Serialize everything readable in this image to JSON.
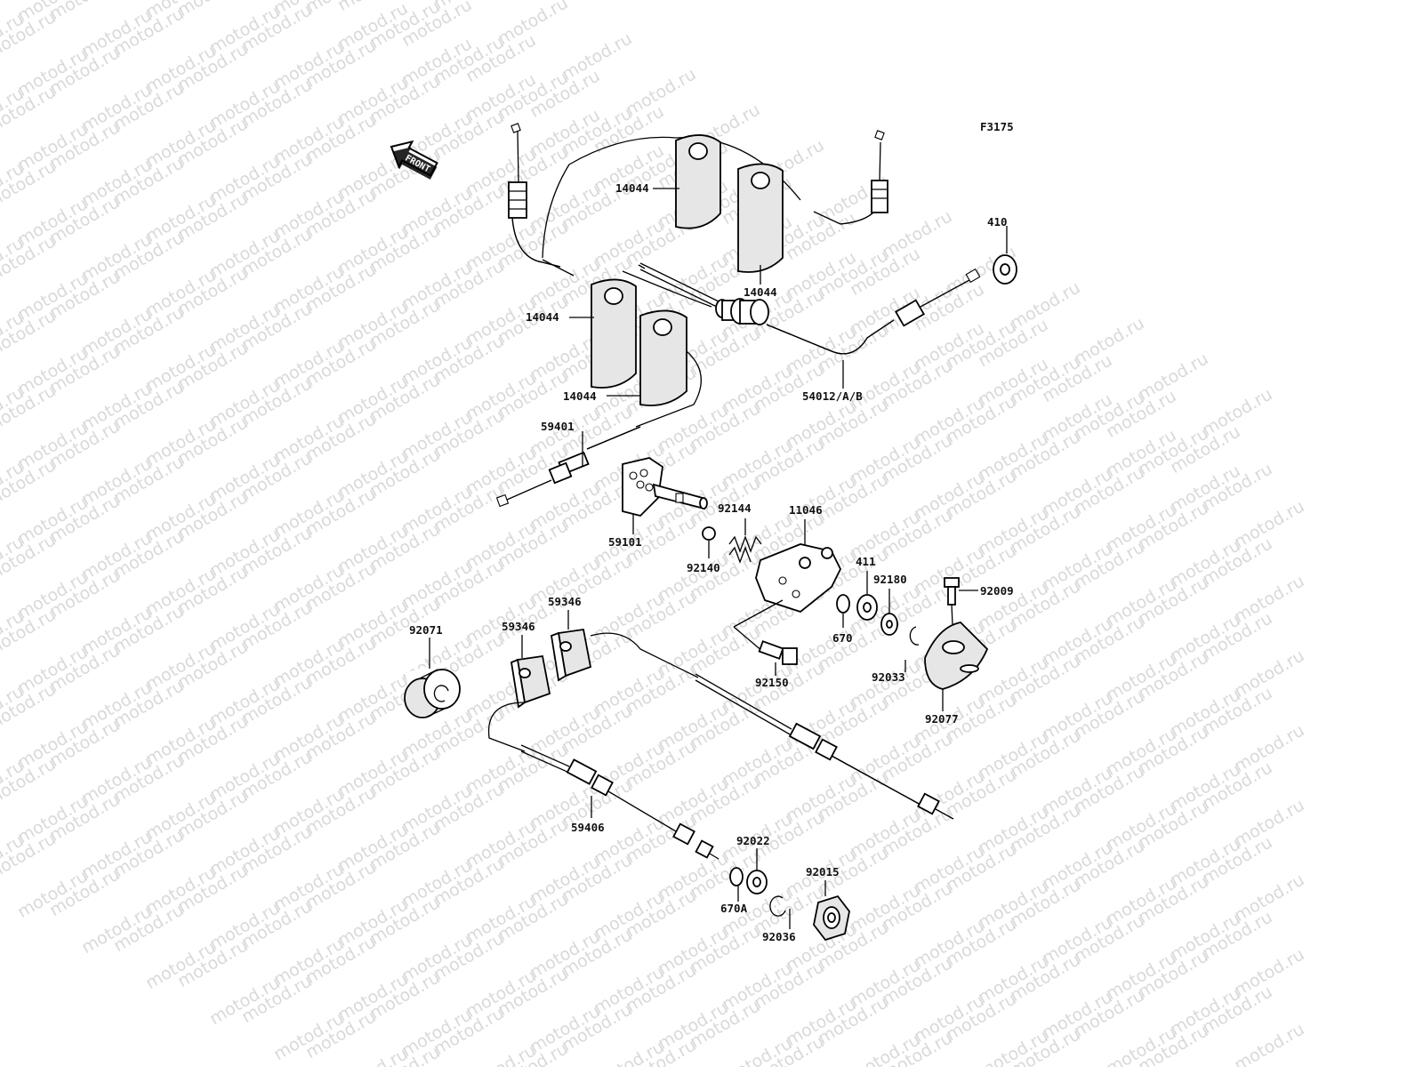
{
  "watermark": {
    "text": "motod.ru"
  },
  "figure_code": "F3175",
  "front_arrow": {
    "text": "FRONT"
  },
  "parts": [
    {
      "id": "p1",
      "label": "14044"
    },
    {
      "id": "p2",
      "label": "14044"
    },
    {
      "id": "p3",
      "label": "14044"
    },
    {
      "id": "p4",
      "label": "14044"
    },
    {
      "id": "p5",
      "label": "410"
    },
    {
      "id": "p6",
      "label": "54012/A/B"
    },
    {
      "id": "p7",
      "label": "59401"
    },
    {
      "id": "p8",
      "label": "59101"
    },
    {
      "id": "p9",
      "label": "92144"
    },
    {
      "id": "p10",
      "label": "11046"
    },
    {
      "id": "p11",
      "label": "92140"
    },
    {
      "id": "p12",
      "label": "411"
    },
    {
      "id": "p13",
      "label": "92180"
    },
    {
      "id": "p14",
      "label": "92009"
    },
    {
      "id": "p15",
      "label": "670"
    },
    {
      "id": "p16",
      "label": "92033"
    },
    {
      "id": "p17",
      "label": "92077"
    },
    {
      "id": "p18",
      "label": "92150"
    },
    {
      "id": "p19",
      "label": "59346"
    },
    {
      "id": "p20",
      "label": "59346"
    },
    {
      "id": "p21",
      "label": "92071"
    },
    {
      "id": "p22",
      "label": "59406"
    },
    {
      "id": "p23",
      "label": "92022"
    },
    {
      "id": "p24",
      "label": "670A"
    },
    {
      "id": "p25",
      "label": "92015"
    },
    {
      "id": "p26",
      "label": "92036"
    }
  ]
}
